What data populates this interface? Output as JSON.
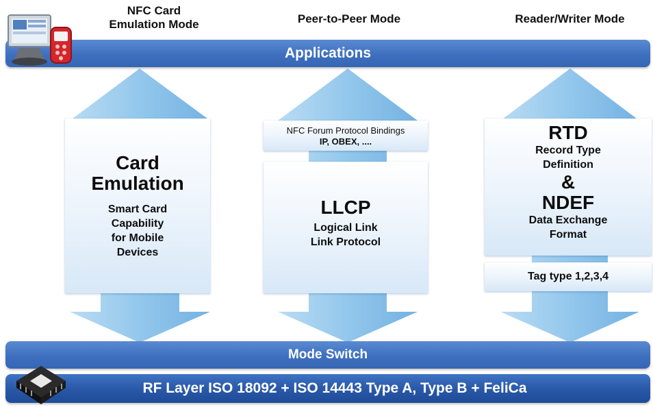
{
  "modes": {
    "card_emulation": "NFC Card\nEmulation Mode",
    "peer_to_peer": "Peer-to-Peer Mode",
    "reader_writer": "Reader/Writer Mode"
  },
  "bars": {
    "applications": "Applications",
    "mode_switch": "Mode Switch",
    "rf_layer": "RF Layer ISO 18092 + ISO 14443 Type A, Type B + FeliCa"
  },
  "card_panel": {
    "title_line1": "Card",
    "title_line2": "Emulation",
    "desc_line1": "Smart Card",
    "desc_line2": "Capability",
    "desc_line3": "for Mobile",
    "desc_line4": "Devices"
  },
  "p2p": {
    "bindings_line1": "NFC Forum Protocol Bindings",
    "bindings_line2": "IP, OBEX, ....",
    "llcp": "LLCP",
    "llcp_line1": "Logical Link",
    "llcp_line2": "Link Protocol"
  },
  "rw": {
    "rtd": "RTD",
    "rtd_line1": "Record Type",
    "rtd_line2": "Definition",
    "amp": "&",
    "ndef": "NDEF",
    "ndef_line1": "Data Exchange",
    "ndef_line2": "Format",
    "tag_types": "Tag type 1,2,3,4"
  },
  "icons": [
    "computer-phone-icon",
    "chip-icon"
  ],
  "colors": {
    "bar_blue": "#3e70bf",
    "rf_blue": "#2857a6",
    "arrow_blue": "#8ec4ea"
  }
}
